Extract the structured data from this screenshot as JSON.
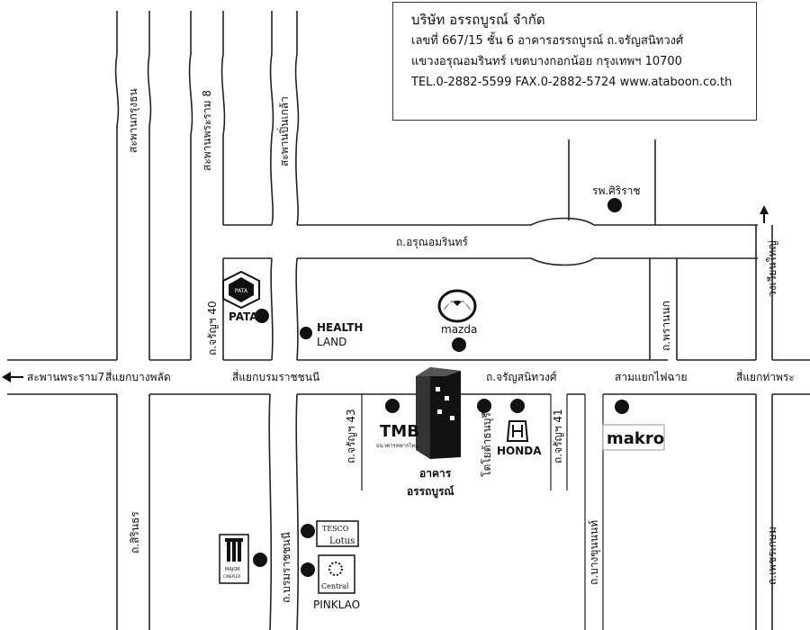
{
  "company": {
    "name": "บริษัท อรรถบูรณ์ จำกัด",
    "address_line1": "เลขที่ 667/15 ชั้น 6 อาคารอรรถบูรณ์ ถ.จรัญสนิทวงศ์",
    "address_line2": "แขวงอรุณอมรินทร์  เขตบางกอกน้อย กรุงเทพฯ 10700",
    "contact_line": "TEL.0-2882-5599  FAX.0-2882-5724  www.ataboon.co.th"
  },
  "roads": {
    "bridge_pinklao": "สะพานปิ่นเกล้า",
    "bridge_rama8": "สะพานพระราม 8",
    "bridge_krungthon": "สะพานกรุงธน",
    "arun_amarin": "ถ.อรุณอมรินทร์",
    "charan_main": "ถ.จรัญสนิทวงศ์",
    "charan_40": "ถ.จรัญฯ 40",
    "charan_43": "ถ.จรัญฯ 43",
    "charan_41": "ถ.จรัญฯ 41",
    "phran_nok": "ถ.พรานนก",
    "sirinthorn": "ถ.สิรินธร",
    "borommaratchachonnani": "ถ.บรมราชชนนี",
    "bang_khun_non": "ถ.บางขุนนนท์",
    "wang_lang_arrow": "วงเวียนใหญ่",
    "tha_phra_road": "ถ.เพชรเกษม",
    "bridge_rama7": "สะพานพระราม7"
  },
  "intersections": {
    "bang_phlat": "สี่แยกบางพลัด",
    "borom": "สี่แยกบรมราชชนนี",
    "fai_chai": "สามแยกไฟฉาย",
    "tha_phra": "สี่แยกท่าพระ"
  },
  "landmarks": {
    "siriraj": "รพ.ศิริราช",
    "pata": "PATA",
    "pata_logo_text": "PATA",
    "health_land_1": "HEALTH",
    "health_land_2": "LAND",
    "mazda": "mazda",
    "tmb": "TMB",
    "tmb_sub": "ธนาคารทหารไทย",
    "toyota": "โตโยต้าธนบุรี",
    "honda": "HONDA",
    "makro": "makro",
    "building_1": "อาคาร",
    "building_2": "อรรถบูรณ์",
    "tesco_1": "TESCO",
    "tesco_2": "Lotus",
    "central": "Central",
    "pinklao": "PINKLAO",
    "major": "MAJOR",
    "major_sub": "CINEPLEX"
  },
  "colors": {
    "line": "#222222",
    "fill": "#111111",
    "background": "#ffffff"
  }
}
